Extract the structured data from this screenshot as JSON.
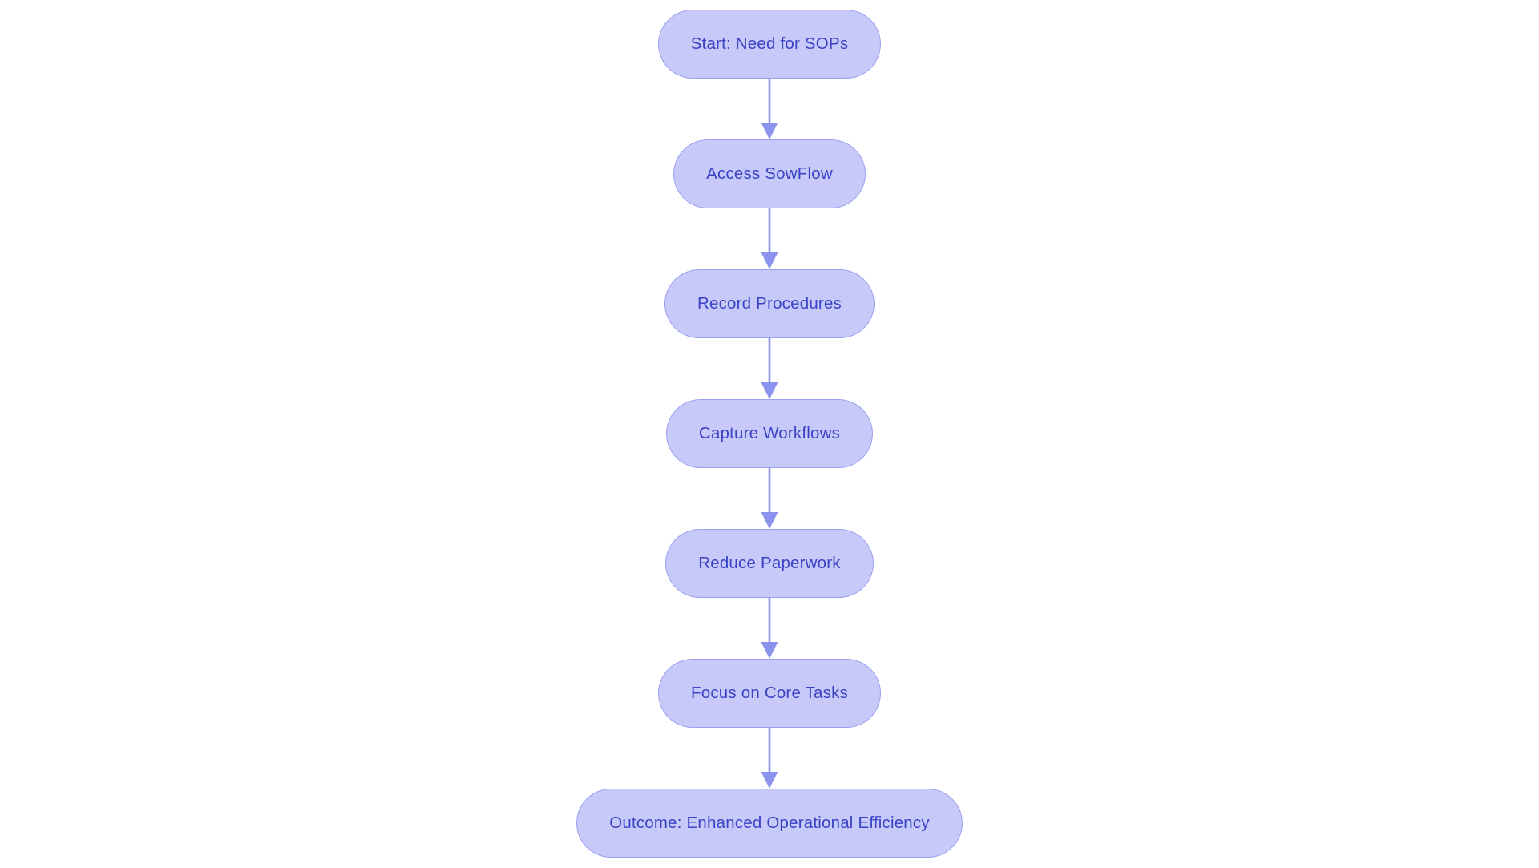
{
  "diagram": {
    "type": "flowchart",
    "direction": "top-down",
    "nodes": [
      {
        "id": "start",
        "label": "Start: Need for SOPs"
      },
      {
        "id": "access-sowflow",
        "label": "Access SowFlow"
      },
      {
        "id": "record-procedures",
        "label": "Record Procedures"
      },
      {
        "id": "capture-workflows",
        "label": "Capture Workflows"
      },
      {
        "id": "reduce-paperwork",
        "label": "Reduce Paperwork"
      },
      {
        "id": "focus-core-tasks",
        "label": "Focus on Core Tasks"
      },
      {
        "id": "outcome",
        "label": "Outcome: Enhanced Operational Efficiency"
      }
    ],
    "edges": [
      {
        "from": "start",
        "to": "access-sowflow"
      },
      {
        "from": "access-sowflow",
        "to": "record-procedures"
      },
      {
        "from": "record-procedures",
        "to": "capture-workflows"
      },
      {
        "from": "capture-workflows",
        "to": "reduce-paperwork"
      },
      {
        "from": "reduce-paperwork",
        "to": "focus-core-tasks"
      },
      {
        "from": "focus-core-tasks",
        "to": "outcome"
      }
    ],
    "colors": {
      "background": "#ffffff",
      "node_fill": "#c7c9f8",
      "node_border": "#9aa0f0",
      "node_text": "#3a43c5",
      "arrow": "#8c93ee"
    }
  }
}
